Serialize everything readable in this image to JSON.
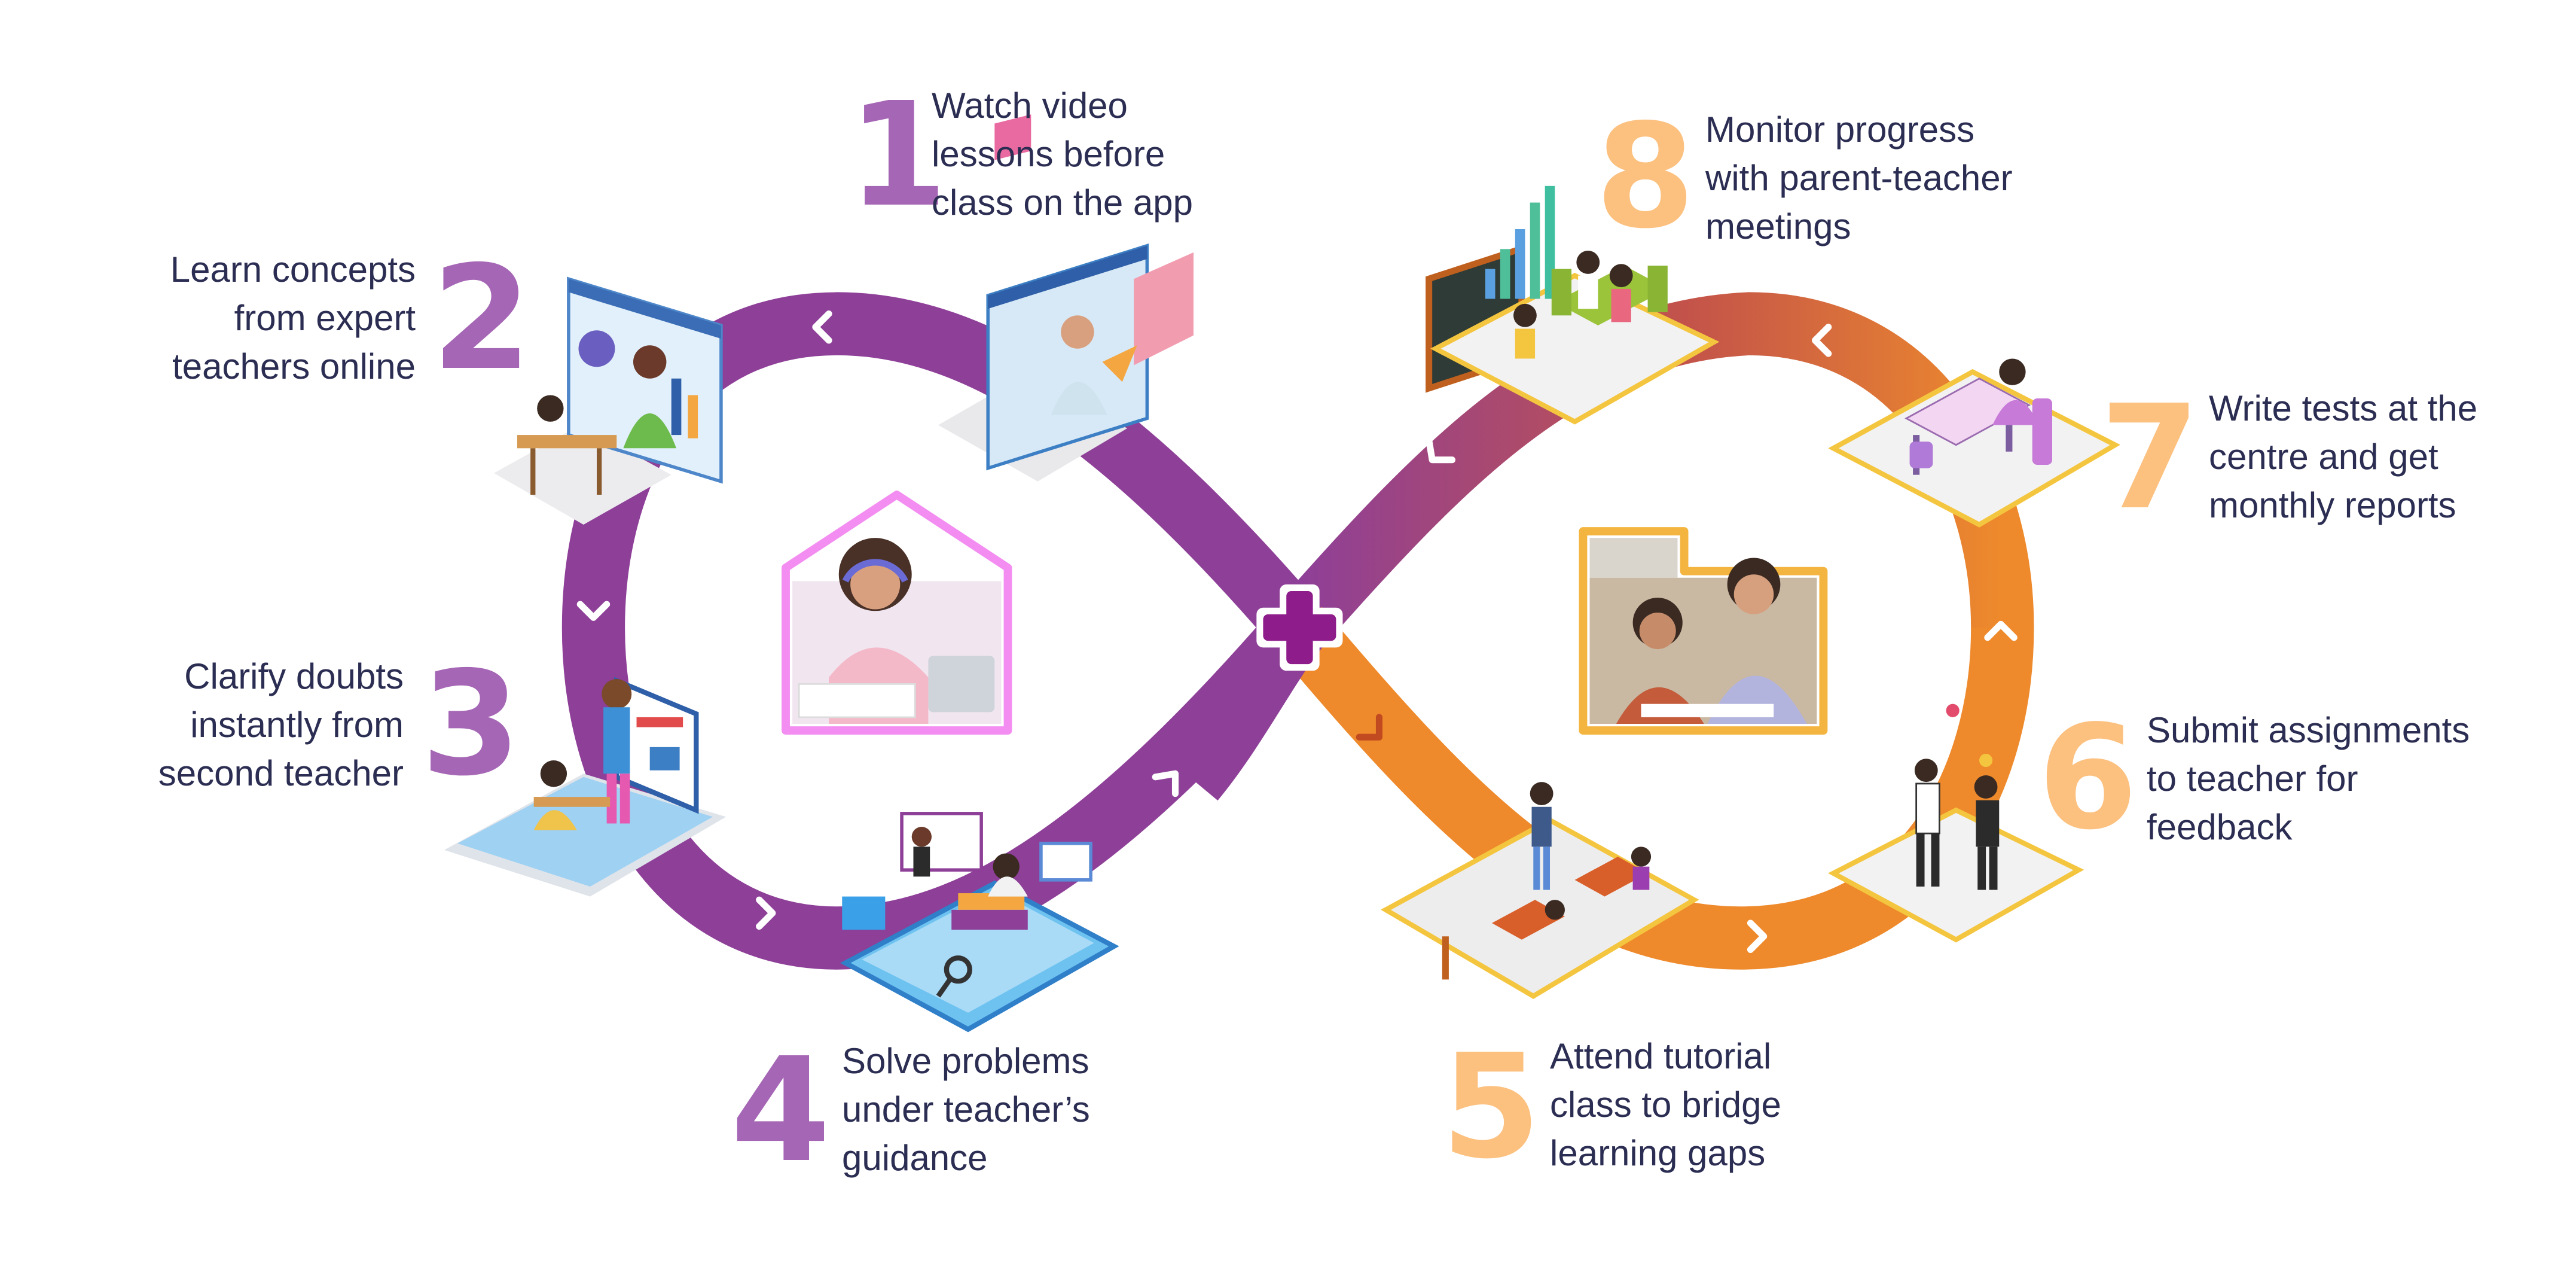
{
  "steps": [
    {
      "number": "1",
      "lines": [
        "Watch video",
        "lessons before",
        "class on the app"
      ]
    },
    {
      "number": "2",
      "lines": [
        "Learn concepts",
        "from expert",
        "teachers online"
      ]
    },
    {
      "number": "3",
      "lines": [
        "Clarify doubts",
        "instantly from",
        "second teacher"
      ]
    },
    {
      "number": "4",
      "lines": [
        "Solve problems",
        "under teacher’s",
        "guidance"
      ]
    },
    {
      "number": "5",
      "lines": [
        "Attend tutorial",
        "class to bridge",
        "learning gaps"
      ]
    },
    {
      "number": "6",
      "lines": [
        "Submit assignments",
        "to teacher for",
        "feedback"
      ]
    },
    {
      "number": "7",
      "lines": [
        "Write tests at the",
        "centre and get",
        "monthly reports"
      ]
    },
    {
      "number": "8",
      "lines": [
        "Monitor progress",
        "with parent-teacher",
        "meetings"
      ]
    }
  ],
  "colors": {
    "online_loop": "#8e3f98",
    "offline_loop": "#ee8a2c",
    "online_number": "#a566b5",
    "offline_number": "#fcc07f",
    "label_text": "#2b2d52",
    "home_frame": "#f38df1",
    "centre_frame": "#f4b540"
  },
  "icons": {
    "center": "plus-icon",
    "online_photo": "student-at-home-photo",
    "offline_photo": "student-with-teacher-photo"
  }
}
